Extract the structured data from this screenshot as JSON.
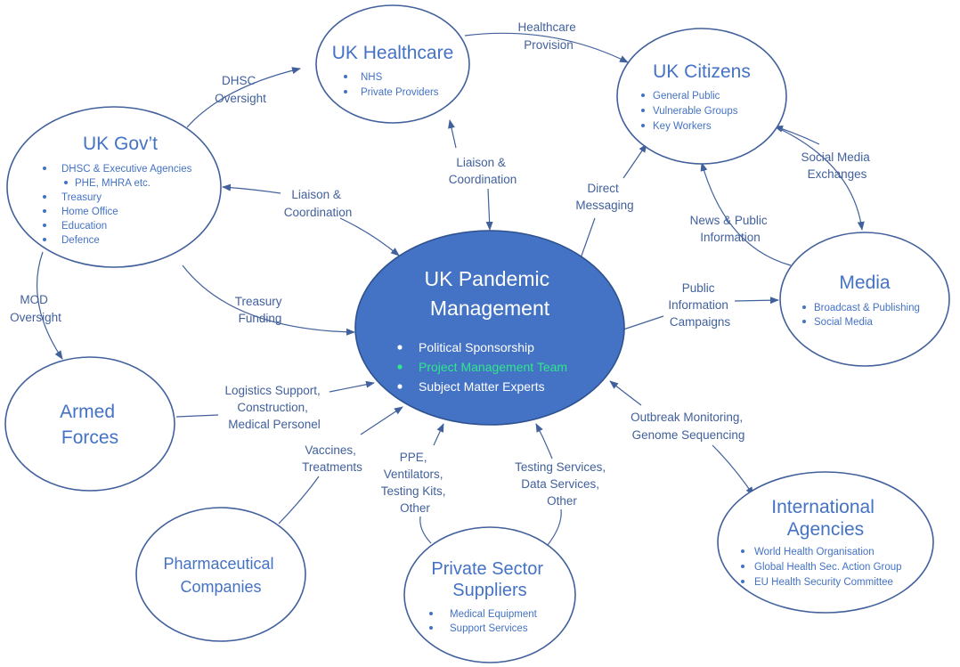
{
  "center": {
    "title_line1": "UK Pandemic",
    "title_line2": "Management",
    "items": [
      "Political Sponsorship",
      "Project Management Team",
      "Subject Matter Experts"
    ]
  },
  "nodes": {
    "healthcare": {
      "title": "UK Healthcare",
      "items": [
        "NHS",
        "Private Providers"
      ]
    },
    "citizens": {
      "title": "UK Citizens",
      "items": [
        "General Public",
        "Vulnerable Groups",
        "Key Workers"
      ]
    },
    "gov": {
      "title": "UK Gov’t",
      "items": [
        "DHSC & Executive Agencies",
        "PHE, MHRA etc.",
        "Treasury",
        "Home Office",
        "Education",
        "Defence"
      ]
    },
    "media": {
      "title": "Media",
      "items": [
        "Broadcast & Publishing",
        "Social Media"
      ]
    },
    "armed": {
      "title_line1": "Armed",
      "title_line2": "Forces"
    },
    "pharma": {
      "title_line1": "Pharmaceutical",
      "title_line2": "Companies"
    },
    "suppliers": {
      "title_line1": "Private Sector",
      "title_line2": "Suppliers",
      "items": [
        "Medical Equipment",
        "Support Services"
      ]
    },
    "international": {
      "title_line1": "International",
      "title_line2": "Agencies",
      "items": [
        "World Health Organisation",
        "Global Health Sec. Action Group",
        "EU Health Security Committee"
      ]
    }
  },
  "edges": {
    "dhsc_oversight": [
      "DHSC",
      "Oversight"
    ],
    "healthcare_provision": [
      "Healthcare",
      "Provision"
    ],
    "liaison_healthcare": [
      "Liaison &",
      "Coordination"
    ],
    "liaison_gov": [
      "Liaison &",
      "Coordination"
    ],
    "direct_messaging": [
      "Direct",
      "Messaging"
    ],
    "social_media": [
      "Social Media",
      "Exchanges"
    ],
    "news_public": [
      "News & Public",
      "Information"
    ],
    "mod_oversight": [
      "MOD",
      "Oversight"
    ],
    "treasury_funding": [
      "Treasury",
      "Funding"
    ],
    "public_info": [
      "Public",
      "Information",
      "Campaigns"
    ],
    "logistics": [
      "Logistics Support,",
      "Construction,",
      "Medical Personel"
    ],
    "vaccines": [
      "Vaccines,",
      "Treatments"
    ],
    "ppe": [
      "PPE,",
      "Ventilators,",
      "Testing Kits,",
      "Other"
    ],
    "testing": [
      "Testing Services,",
      "Data Services,",
      "Other"
    ],
    "outbreak": [
      "Outbreak Monitoring,",
      "Genome Sequencing"
    ]
  },
  "colors": {
    "primary": "#4472c4",
    "line": "#41609c",
    "highlight": "#2ee88c"
  }
}
